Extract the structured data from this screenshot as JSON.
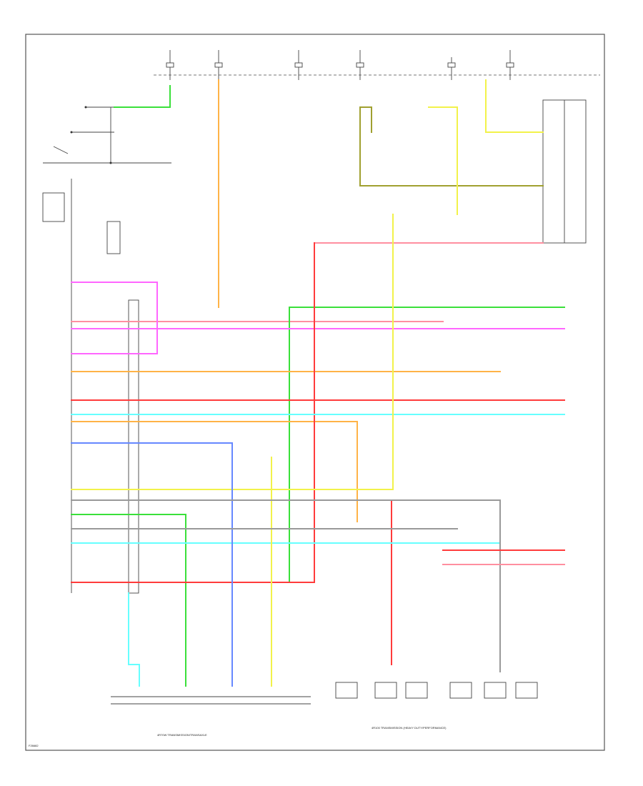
{
  "colors": {
    "pink": "#ff8fa0",
    "red": "#ff3b3b",
    "green": "#3ae03a",
    "yellow": "#f2f24a",
    "orange": "#ffb347",
    "magenta": "#ff66ff",
    "cyan": "#66ffff",
    "blue": "#6688ff",
    "olive": "#a0a030",
    "gray": "#999999"
  },
  "footer": {
    "left_code": "F26682",
    "bottom_left_label": "4R70W TRANSMISSION/TRANSAXLE",
    "bottom_right_label": "4R100 TRANSMISSION (HEAVY DUTY/PERFORMANCE)"
  }
}
